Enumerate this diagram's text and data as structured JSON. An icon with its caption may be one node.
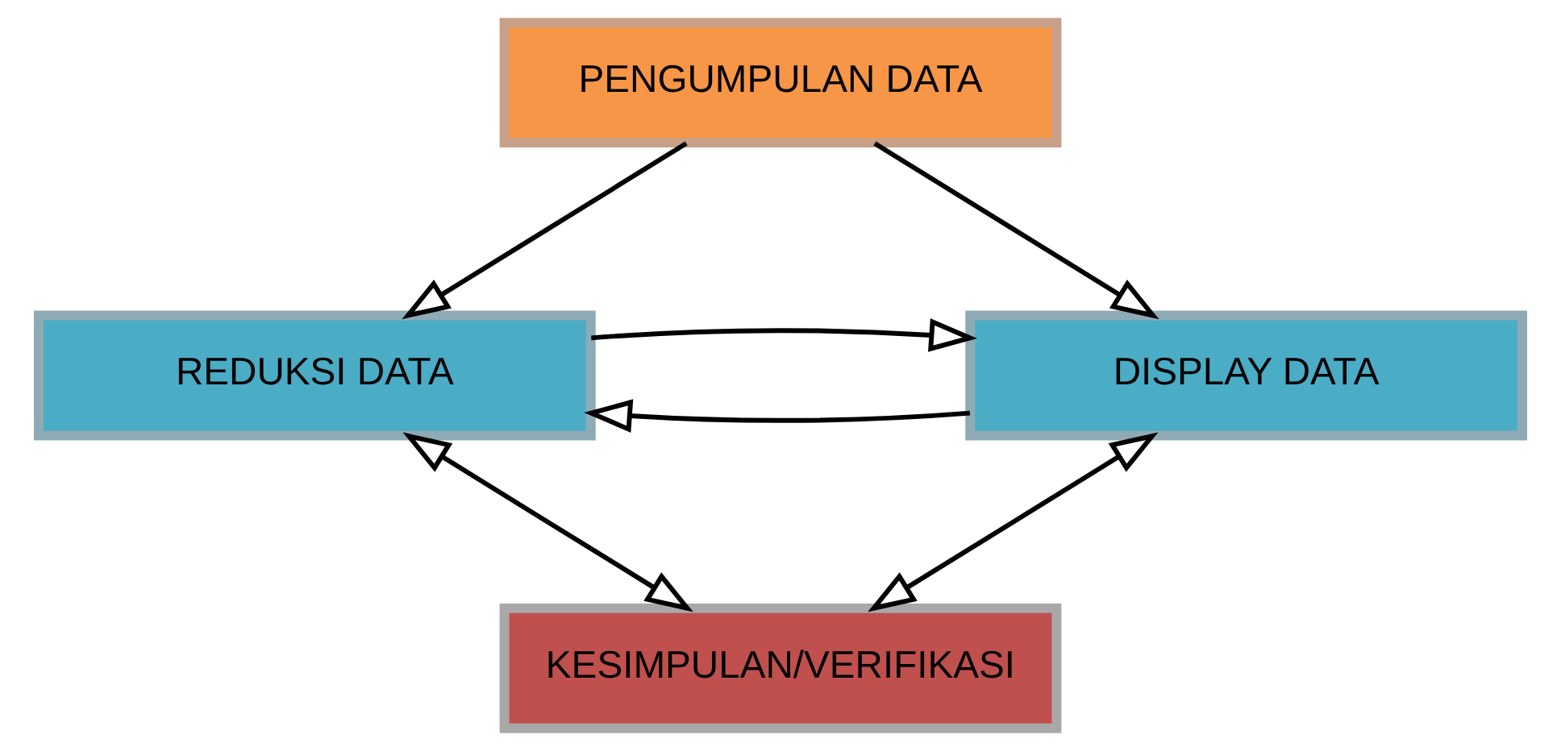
{
  "diagram": {
    "nodes": [
      {
        "text": [
          "PENGUMPULAN DATA"
        ]
      },
      {
        "text": [
          "REDUKSI DATA"
        ]
      },
      {
        "text": [
          "DISPLAY DATA"
        ]
      },
      {
        "text": [
          "KESIMPULAN/VERIFIKASI"
        ]
      }
    ],
    "edges": [
      {
        "from": 0,
        "to": 1,
        "arrow": "to"
      },
      {
        "from": 0,
        "to": 2,
        "arrow": "to"
      },
      {
        "from": 2,
        "to": 1,
        "arrow": "to"
      },
      {
        "from": 1,
        "to": 2,
        "arrow": "to"
      },
      {
        "from": 1,
        "to": 3,
        "arrow": "both"
      },
      {
        "from": 2,
        "to": 3,
        "arrow": "both"
      }
    ]
  }
}
